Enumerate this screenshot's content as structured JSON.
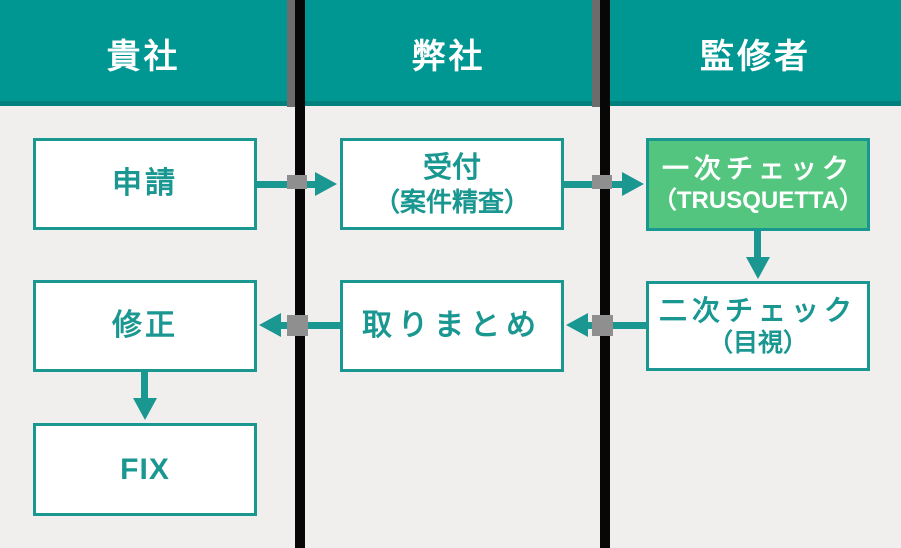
{
  "columns": [
    {
      "header": "貴社"
    },
    {
      "header": "弊社"
    },
    {
      "header": "監修者"
    }
  ],
  "nodes": {
    "shinsei": {
      "label": "申請"
    },
    "uketsuke": {
      "line1": "受付",
      "line2": "（案件精査）"
    },
    "ichiji": {
      "line1": "一次チェック",
      "line2": "（TRUSQUETTA）"
    },
    "niji": {
      "line1": "二次チェック",
      "line2": "（目視）"
    },
    "torimatome": {
      "label": "取りまとめ"
    },
    "shusei": {
      "label": "修正"
    },
    "fix": {
      "label": "FIX"
    }
  },
  "colors": {
    "teal": "#009691",
    "accent": "#1a9791",
    "green": "#53c57e",
    "bar": "#070707",
    "background": "#f0efee"
  }
}
